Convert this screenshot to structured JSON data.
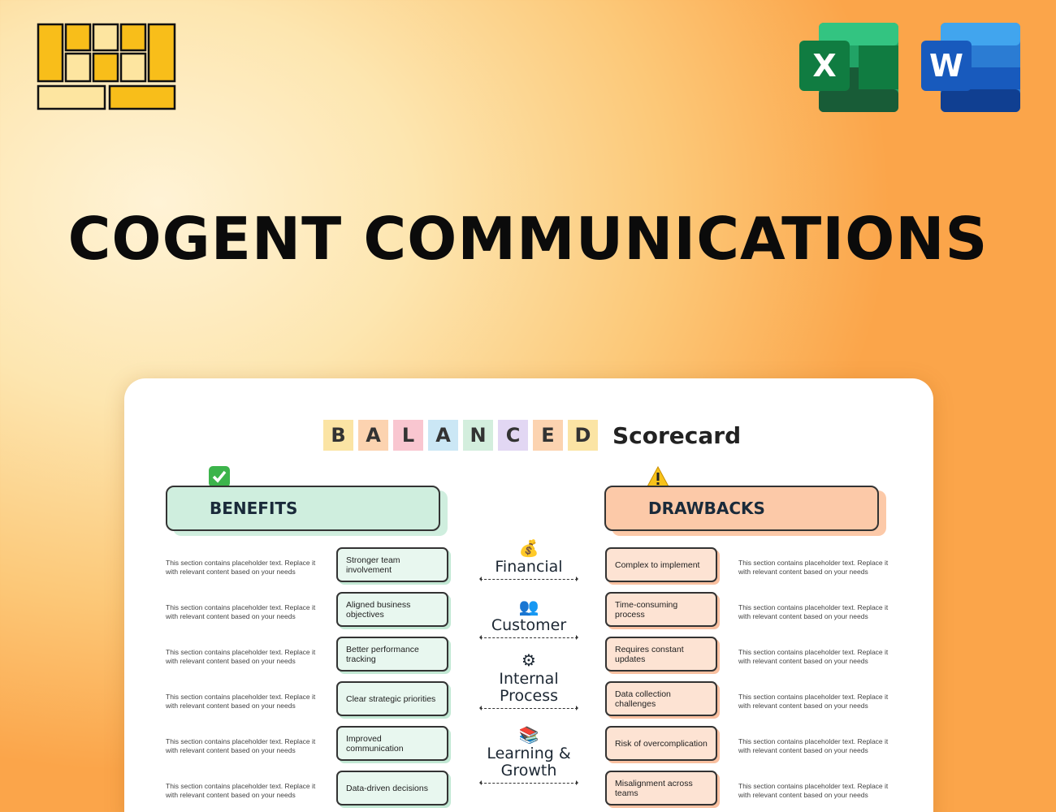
{
  "title": "COGENT COMMUNICATIONS",
  "app_icons": {
    "excel": {
      "letter": "X",
      "color": "#1d6f42"
    },
    "word": {
      "letter": "W",
      "color": "#185abd"
    }
  },
  "scorecard": {
    "letters": [
      {
        "char": "B",
        "color": "#fbe4a4"
      },
      {
        "char": "A",
        "color": "#fcd3b0"
      },
      {
        "char": "L",
        "color": "#f9c6d0"
      },
      {
        "char": "A",
        "color": "#cbe7f5"
      },
      {
        "char": "N",
        "color": "#d3eedd"
      },
      {
        "char": "C",
        "color": "#e2d7f3"
      },
      {
        "char": "E",
        "color": "#fcd3b0"
      },
      {
        "char": "D",
        "color": "#fbe4a4"
      }
    ],
    "word": "Scorecard",
    "benefits": {
      "heading": "BENEFITS",
      "icon": "check-mark-icon",
      "rows": [
        {
          "text": "This section contains placeholder text. Replace it with relevant content based on your needs",
          "label": "Stronger team involvement"
        },
        {
          "text": "This section contains placeholder text. Replace it with relevant content based on your needs",
          "label": "Aligned business objectives"
        },
        {
          "text": "This section contains placeholder text. Replace it with relevant content based on your needs",
          "label": "Better performance tracking"
        },
        {
          "text": "This section contains placeholder text. Replace it with relevant content based on your needs",
          "label": "Clear strategic priorities"
        },
        {
          "text": "This section contains placeholder text. Replace it with relevant content based on your needs",
          "label": "Improved communication"
        },
        {
          "text": "This section contains placeholder text. Replace it with relevant content based on your needs",
          "label": "Data-driven decisions"
        }
      ]
    },
    "drawbacks": {
      "heading": "DRAWBACKS",
      "icon": "warning-icon",
      "rows": [
        {
          "label": "Complex to implement",
          "text": "This section contains placeholder text. Replace it with relevant content based on your needs"
        },
        {
          "label": "Time-consuming process",
          "text": "This section contains placeholder text. Replace it with relevant content based on your needs"
        },
        {
          "label": "Requires constant updates",
          "text": "This section contains placeholder text. Replace it with relevant content based on your needs"
        },
        {
          "label": "Data collection challenges",
          "text": "This section contains placeholder text. Replace it with relevant content based on your needs"
        },
        {
          "label": "Risk of overcomplication",
          "text": "This section contains placeholder text. Replace it with relevant content based on your needs"
        },
        {
          "label": "Misalignment across teams",
          "text": "This section contains placeholder text. Replace it with relevant content based on your needs"
        }
      ]
    },
    "categories": [
      {
        "icon": "money-bag-icon",
        "glyph": "💰",
        "line1": "Financial",
        "line2": ""
      },
      {
        "icon": "people-icon",
        "glyph": "👥",
        "line1": "Customer",
        "line2": ""
      },
      {
        "icon": "gear-icon",
        "glyph": "⚙",
        "line1": "Internal",
        "line2": "Process"
      },
      {
        "icon": "books-icon",
        "glyph": "📚",
        "line1": "Learning &",
        "line2": "Growth"
      }
    ]
  }
}
